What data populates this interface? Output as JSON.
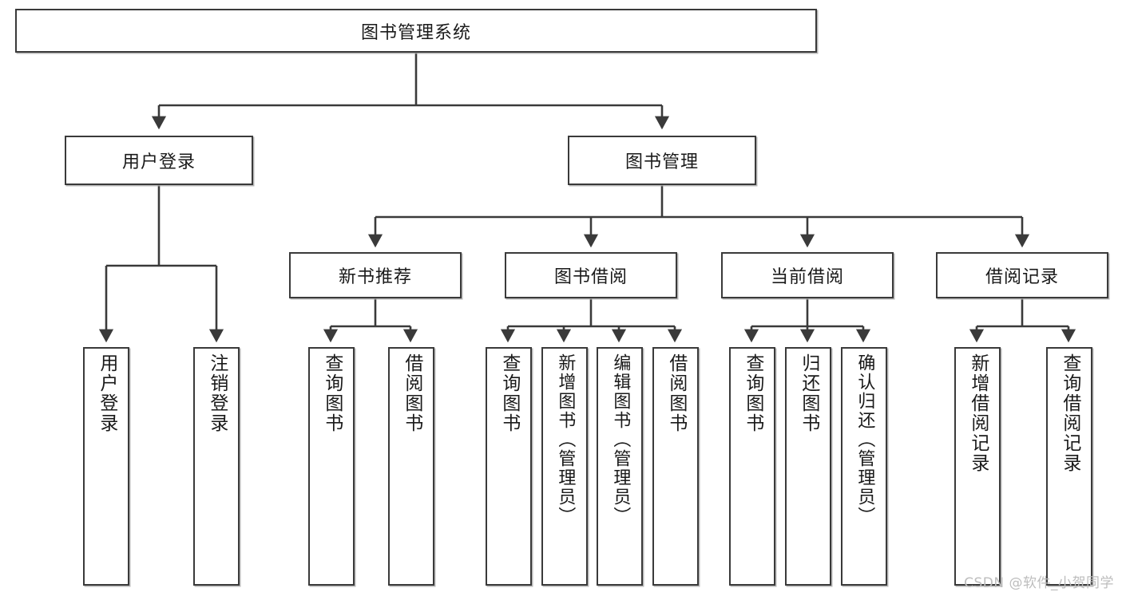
{
  "diagram": {
    "type": "tree",
    "title_node": {
      "label": "图书管理系统"
    },
    "level2": [
      {
        "id": "user-login",
        "label": "用户登录"
      },
      {
        "id": "book-management",
        "label": "图书管理"
      }
    ],
    "level3": [
      {
        "id": "new-book-recommend",
        "label": "新书推荐"
      },
      {
        "id": "book-borrow",
        "label": "图书借阅"
      },
      {
        "id": "current-borrow",
        "label": "当前借阅"
      },
      {
        "id": "borrow-record",
        "label": "借阅记录"
      }
    ],
    "leaves": {
      "user_login": [
        {
          "id": "leaf-user-login",
          "label": "用户登录"
        },
        {
          "id": "leaf-logout-login",
          "label": "注销登录"
        }
      ],
      "new_book_recommend": [
        {
          "id": "leaf-query-book-1",
          "label": "查询图书"
        },
        {
          "id": "leaf-borrow-book-1",
          "label": "借阅图书"
        }
      ],
      "book_borrow": [
        {
          "id": "leaf-query-book-2",
          "label": "查询图书"
        },
        {
          "id": "leaf-add-book",
          "label": "新增图书（管理员）"
        },
        {
          "id": "leaf-edit-book",
          "label": "编辑图书（管理员）"
        },
        {
          "id": "leaf-borrow-book-2",
          "label": "借阅图书"
        }
      ],
      "current_borrow": [
        {
          "id": "leaf-query-book-3",
          "label": "查询图书"
        },
        {
          "id": "leaf-return-book",
          "label": "归还图书"
        },
        {
          "id": "leaf-confirm-return",
          "label": "确认归还（管理员）"
        }
      ],
      "borrow_record": [
        {
          "id": "leaf-add-borrow-record",
          "label": "新增借阅记录"
        },
        {
          "id": "leaf-query-borrow-record",
          "label": "查询借阅记录"
        }
      ]
    },
    "watermark": "CSDN @软件_小贺同学",
    "colors": {
      "border": "#3a3a3a",
      "text": "#1a1a1a",
      "background": "#ffffff",
      "watermark": "#bdbdbd"
    }
  }
}
